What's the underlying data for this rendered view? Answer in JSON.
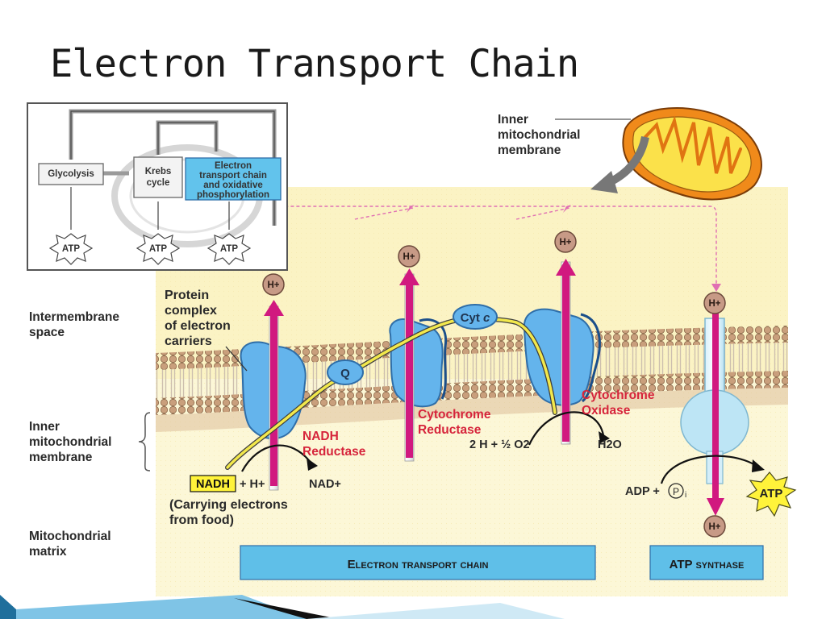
{
  "slide": {
    "title": "Electron Transport Chain"
  },
  "inset": {
    "glycolysis": "Glycolysis",
    "krebs_line1": "Krebs",
    "krebs_line2": "cycle",
    "etc_line1": "Electron",
    "etc_line2": "transport chain",
    "etc_line3": "and oxidative",
    "etc_line4": "phosphorylation",
    "atp_1": "ATP",
    "atp_2": "ATP",
    "atp_3": "ATP"
  },
  "labels": {
    "inner_membrane_top": [
      "Inner",
      "mitochondrial",
      "membrane"
    ],
    "intermembrane_space": [
      "Intermembrane",
      "space"
    ],
    "inner_membrane_side": [
      "Inner",
      "mitochondrial",
      "membrane"
    ],
    "matrix": [
      "Mitochondrial",
      "matrix"
    ],
    "protein_complex": [
      "Protein",
      "complex",
      "of electron",
      "carriers"
    ],
    "nadh_reductase": [
      "NADH",
      "Reductase"
    ],
    "cytochrome_reductase": [
      "Cytochrome",
      "Reductase"
    ],
    "cytochrome_oxidase": [
      "Cytochrome",
      "Oxidase"
    ],
    "carrying_electrons": [
      "(Carrying electrons",
      "from food)"
    ]
  },
  "molecules": {
    "q": "Q",
    "cyt_c": "Cyt c",
    "h_plus": "H+",
    "nadh": "NADH",
    "plus_h": "+ H+",
    "nad_plus": "NAD+",
    "two_h": "2 H + ½ O2",
    "h2o": "H2O",
    "adp": "ADP +",
    "pi": "P",
    "pi_sub": "i",
    "atp": "ATP"
  },
  "banners": {
    "etc": "Electron transport chain",
    "atp_synthase": "ATP synthase"
  },
  "colors": {
    "background": "#fbf3c4",
    "protein": "#64b4ec",
    "arrow": "#d1197f",
    "electron_path": "#f2e84c",
    "banner": "#5fbfe8"
  }
}
